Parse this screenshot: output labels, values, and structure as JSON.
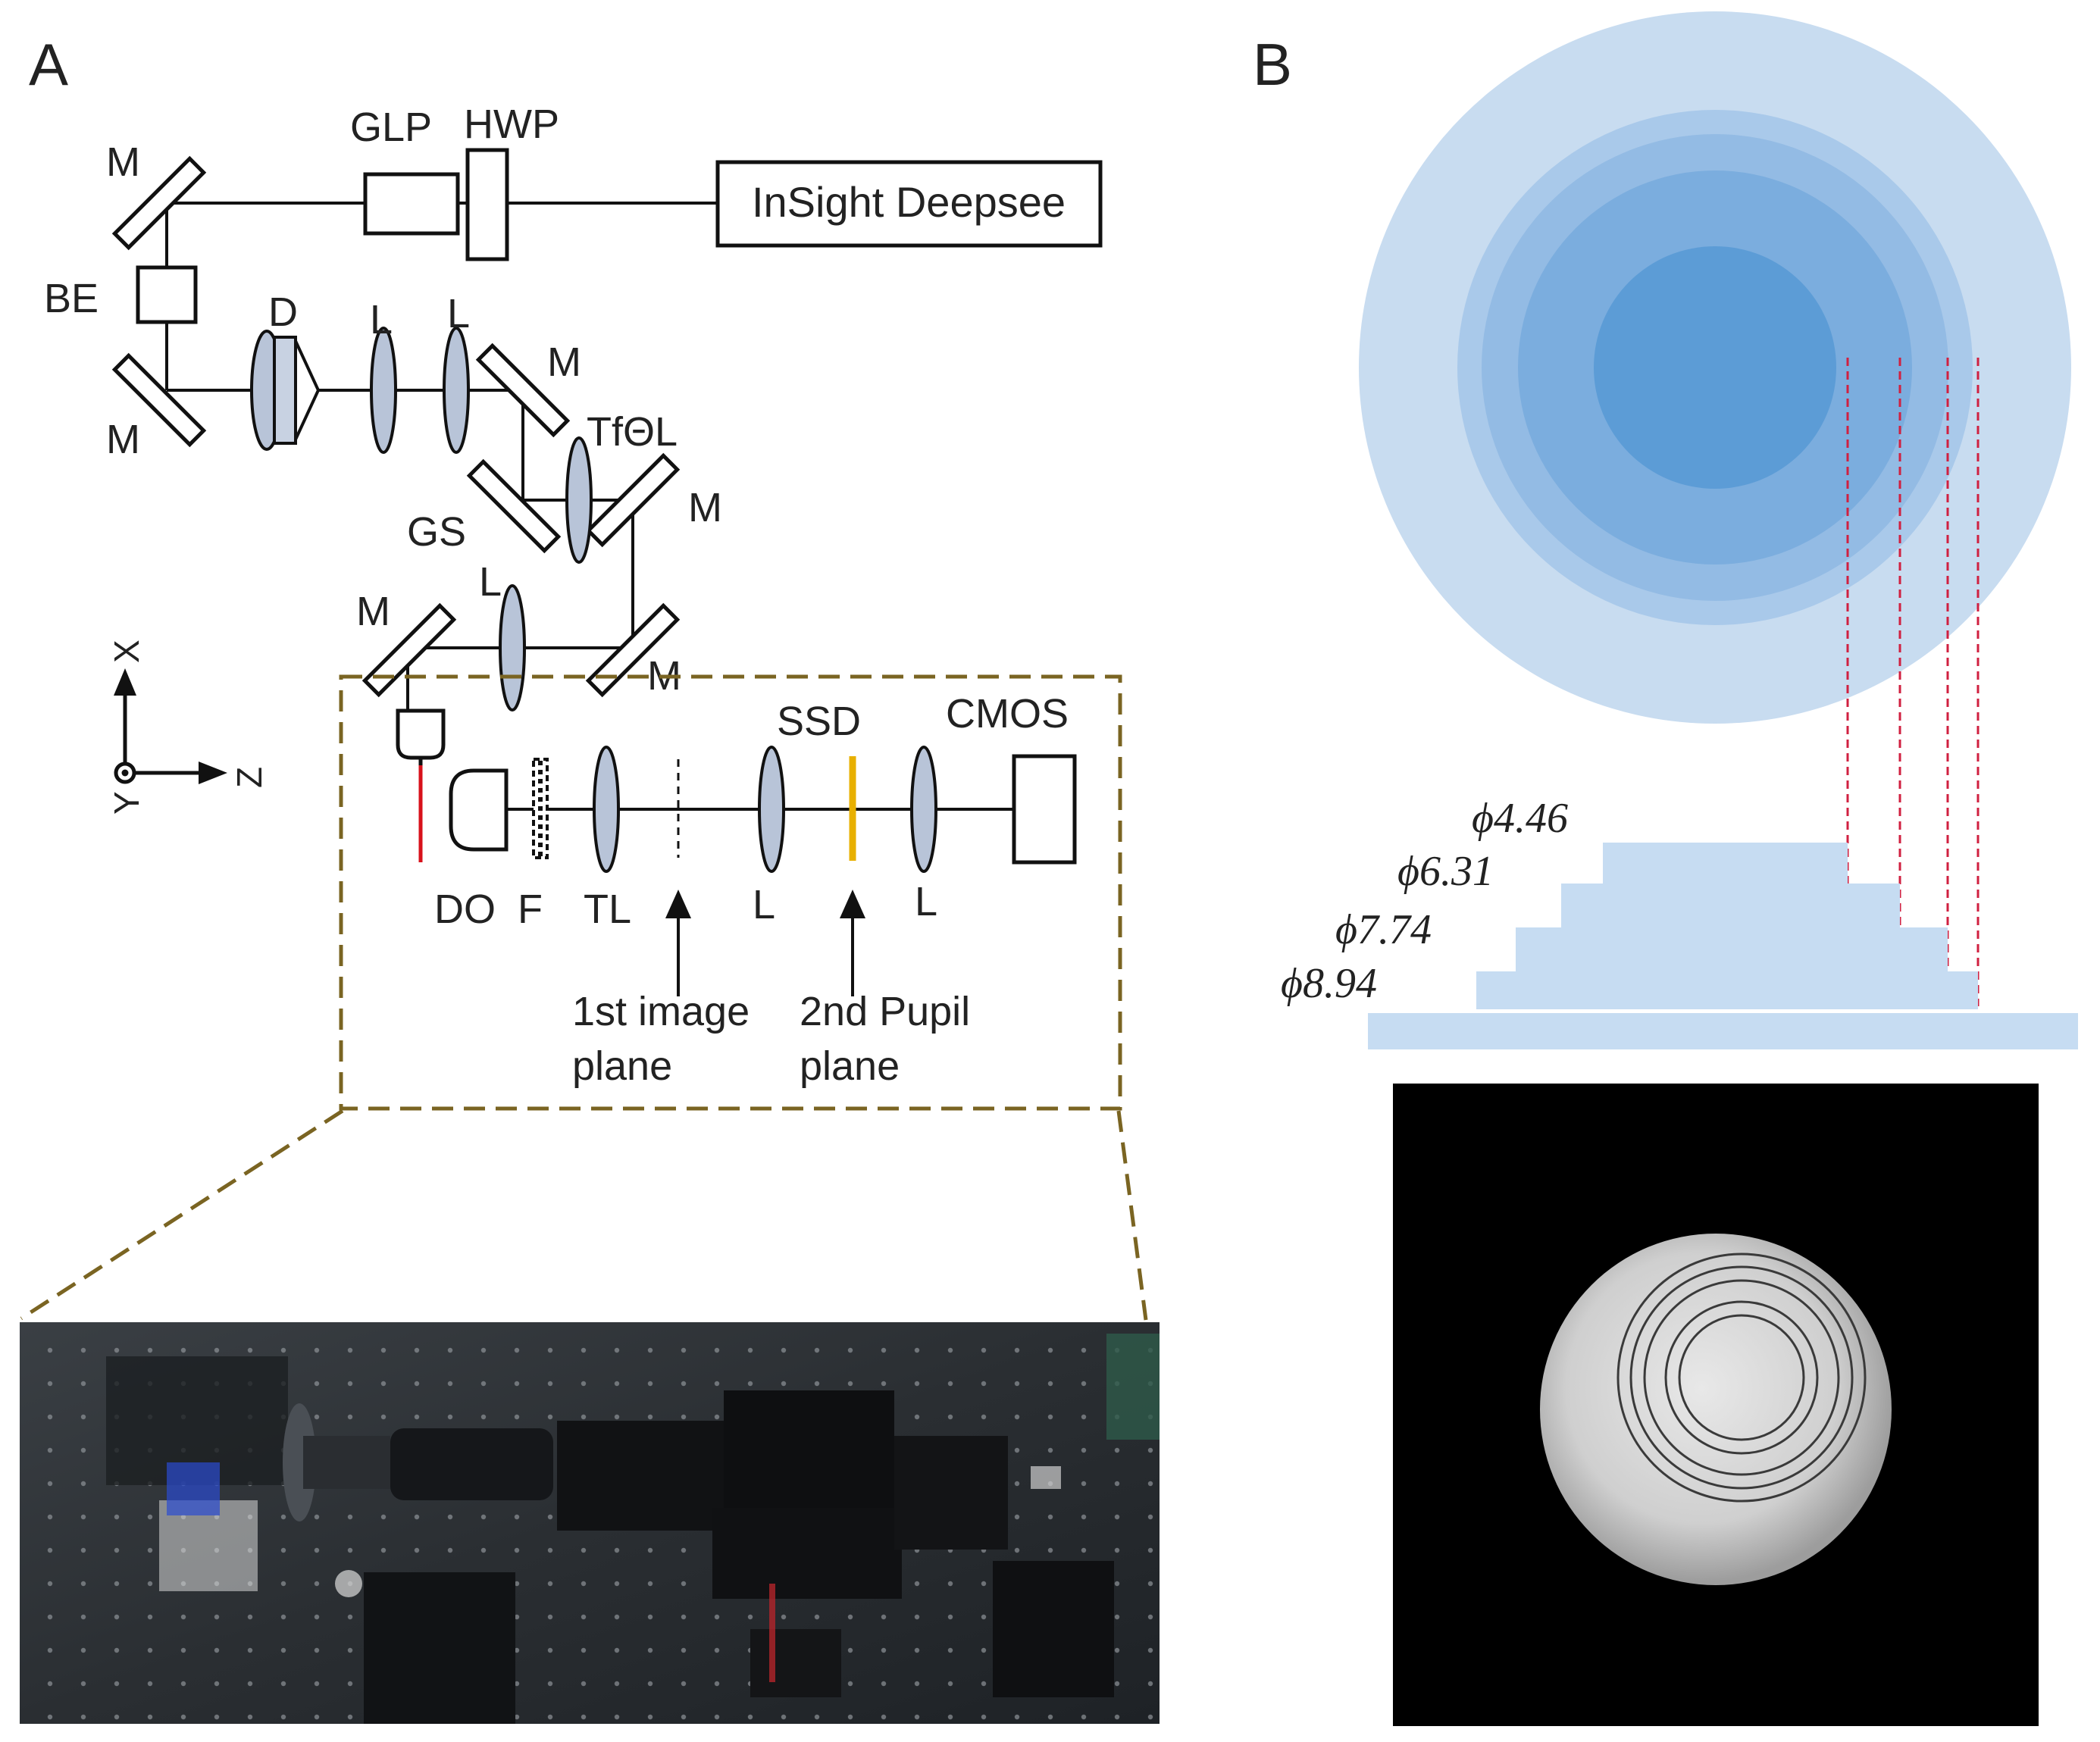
{
  "panels": {
    "a": {
      "letter": "A"
    },
    "b": {
      "letter": "B"
    }
  },
  "components": {
    "mirror": "M",
    "glan_laser_polarizer": "GLP",
    "half_wave_plate": "HWP",
    "laser": "InSight Deepsee",
    "beam_expander": "BE",
    "dispersion": "D",
    "lens": "L",
    "tftheta_lens": "TfΘL",
    "galvo_scanner": "GS",
    "detection_objective": "DO",
    "filter": "F",
    "tube_lens": "TL",
    "ssd": "SSD",
    "cmos": "CMOS"
  },
  "axes": {
    "x": "X",
    "y": "Y",
    "z": "Z"
  },
  "planes": {
    "image_line1": "1st image",
    "image_line2": "plane",
    "pupil_line1": "2nd Pupil",
    "pupil_line2": "plane"
  },
  "ssd_steps": [
    {
      "diameter_label": "ϕ4.46",
      "diameter": 4.46
    },
    {
      "diameter_label": "ϕ6.31",
      "diameter": 6.31
    },
    {
      "diameter_label": "ϕ7.74",
      "diameter": 7.74
    },
    {
      "diameter_label": "ϕ8.94",
      "diameter": 8.94
    }
  ],
  "colors": {
    "line": "#111111",
    "lens_fill": "#b8c4d8",
    "illumination": "#d8121b",
    "ssd_mark": "#e8b000",
    "inset_box": "#7a6422",
    "ring_light": "#c8dcf0",
    "ring_dark": "#5c9cd6",
    "step_fill": "#c6dcf2",
    "guide": "#d02040"
  }
}
